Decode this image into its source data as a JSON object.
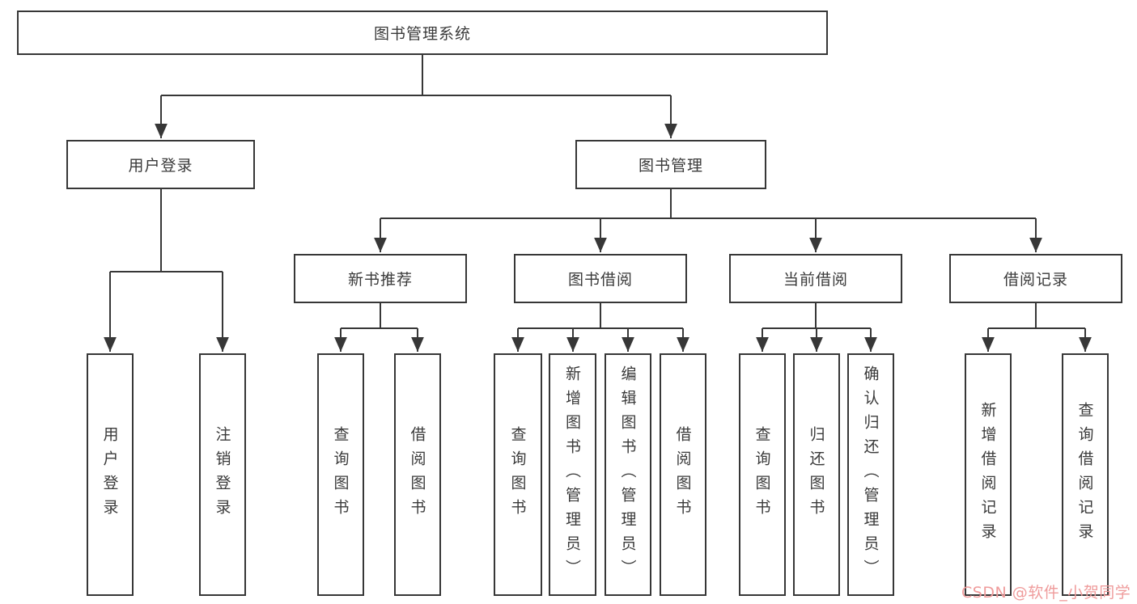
{
  "diagram": {
    "root": {
      "label": "图书管理系统",
      "children": [
        {
          "label": "用户登录",
          "children": [
            {
              "label": "用户登录"
            },
            {
              "label": "注销登录"
            }
          ]
        },
        {
          "label": "图书管理",
          "children": [
            {
              "label": "新书推荐",
              "children": [
                {
                  "label": "查询图书"
                },
                {
                  "label": "借阅图书"
                }
              ]
            },
            {
              "label": "图书借阅",
              "children": [
                {
                  "label": "查询图书"
                },
                {
                  "label": "新增图书（管理员）"
                },
                {
                  "label": "编辑图书（管理员）"
                },
                {
                  "label": "借阅图书"
                }
              ]
            },
            {
              "label": "当前借阅",
              "children": [
                {
                  "label": "查询图书"
                },
                {
                  "label": "归还图书"
                },
                {
                  "label": "确认归还（管理员）"
                }
              ]
            },
            {
              "label": "借阅记录",
              "children": [
                {
                  "label": "新增借阅记录"
                },
                {
                  "label": "查询借阅记录"
                }
              ]
            }
          ]
        }
      ]
    }
  },
  "watermark": {
    "text": "CSDN @软件_小贺同学",
    "color": "#ef9b9b"
  },
  "colors": {
    "line": "#373737",
    "box_border": "#373737",
    "text": "#3a3a3a",
    "background": "#ffffff"
  }
}
